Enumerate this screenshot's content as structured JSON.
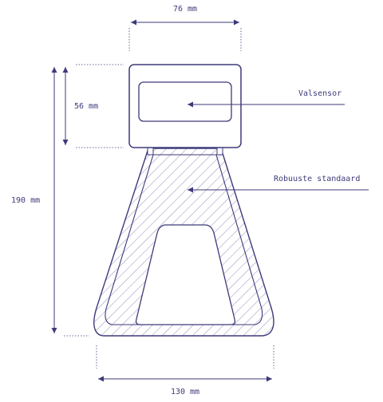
{
  "dimensions": {
    "top_width": "76 mm",
    "sensor_height": "56 mm",
    "total_height": "190 mm",
    "base_width": "130 mm"
  },
  "callouts": {
    "sensor": "Valsensor",
    "stand": "Robuuste standaard"
  },
  "colors": {
    "stroke": "#3d3a7a",
    "hatch": "#6f6ba8"
  }
}
